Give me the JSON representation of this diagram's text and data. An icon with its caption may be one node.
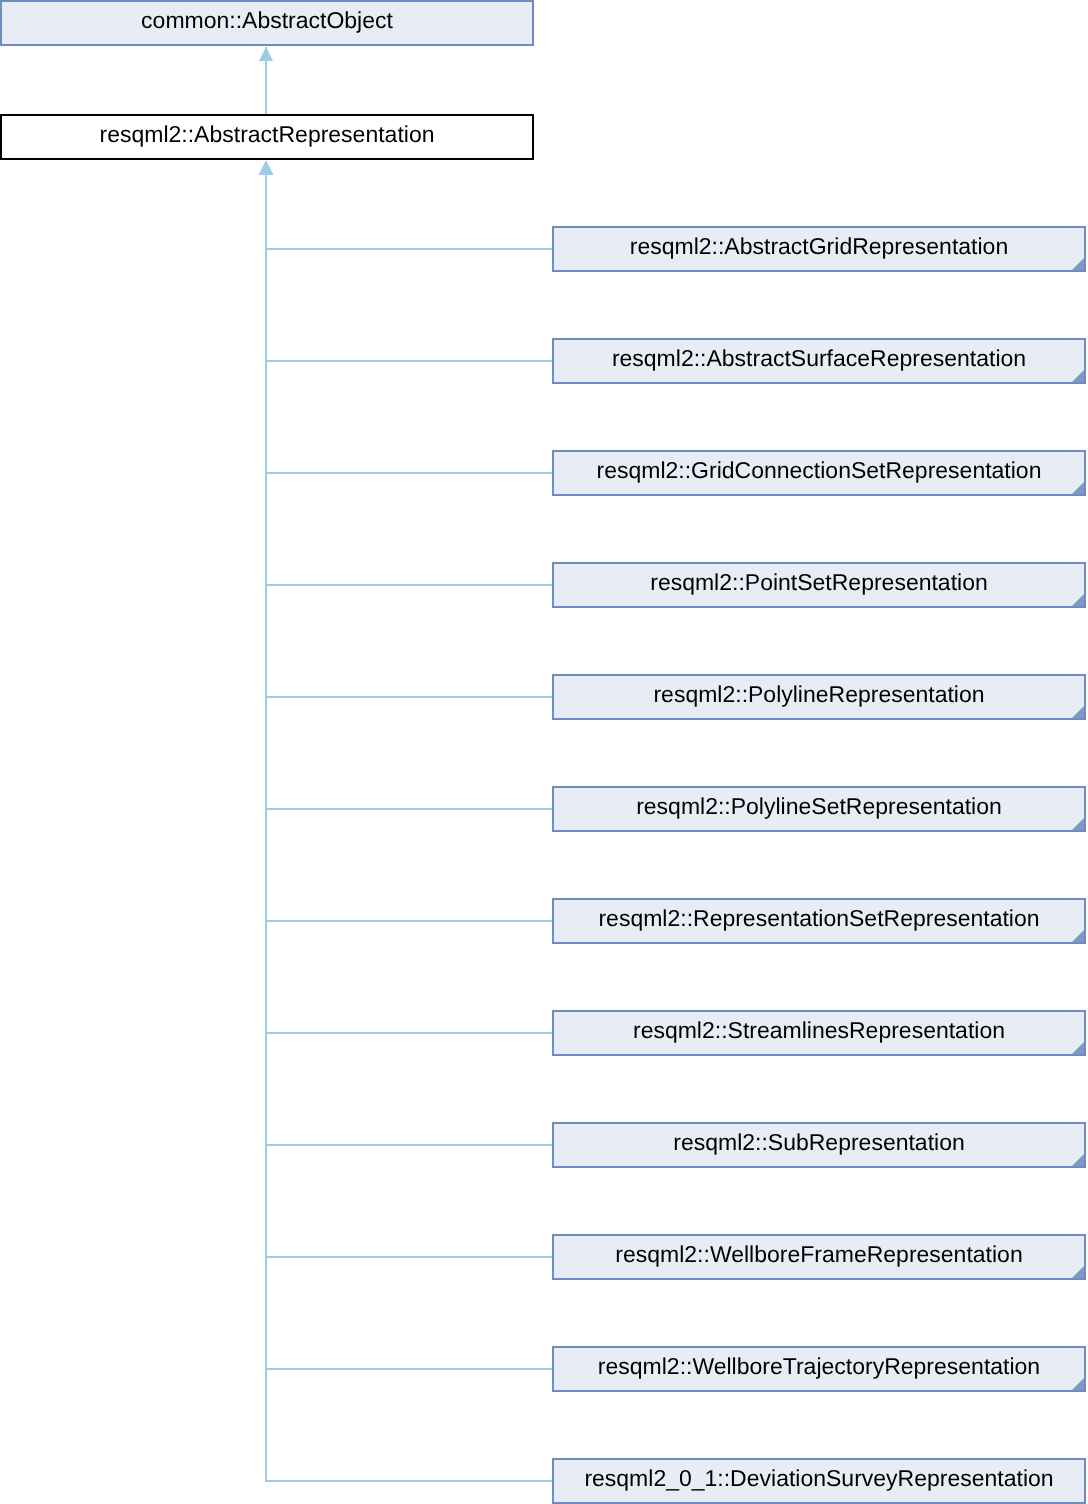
{
  "diagram": {
    "nodes": [
      {
        "text": [
          "common::AbstractObject"
        ]
      },
      {
        "text": [
          "resqml2::AbstractRepresentation"
        ]
      },
      {
        "text": [
          "resqml2::AbstractGridRepresentation"
        ]
      },
      {
        "text": [
          "resqml2::AbstractSurfaceRepresentation"
        ]
      },
      {
        "text": [
          "resqml2::GridConnectionSetRepresentation"
        ]
      },
      {
        "text": [
          "resqml2::PointSetRepresentation"
        ]
      },
      {
        "text": [
          "resqml2::PolylineRepresentation"
        ]
      },
      {
        "text": [
          "resqml2::PolylineSetRepresentation"
        ]
      },
      {
        "text": [
          "resqml2::RepresentationSetRepresentation"
        ]
      },
      {
        "text": [
          "resqml2::StreamlinesRepresentation"
        ]
      },
      {
        "text": [
          "resqml2::SubRepresentation"
        ]
      },
      {
        "text": [
          "resqml2::WellboreFrameRepresentation"
        ]
      },
      {
        "text": [
          "resqml2::WellboreTrajectoryRepresentation"
        ]
      },
      {
        "text": [
          "resqml2_0_1::DeviationSurveyRepresentation"
        ]
      }
    ],
    "edges": [
      {
        "from": 1,
        "to": 0,
        "arrow": "to"
      },
      {
        "from": 2,
        "to": 1,
        "arrow": "to"
      },
      {
        "from": 3,
        "to": 1,
        "arrow": "to"
      },
      {
        "from": 4,
        "to": 1,
        "arrow": "to"
      },
      {
        "from": 5,
        "to": 1,
        "arrow": "to"
      },
      {
        "from": 6,
        "to": 1,
        "arrow": "to"
      },
      {
        "from": 7,
        "to": 1,
        "arrow": "to"
      },
      {
        "from": 8,
        "to": 1,
        "arrow": "to"
      },
      {
        "from": 9,
        "to": 1,
        "arrow": "to"
      },
      {
        "from": 10,
        "to": 1,
        "arrow": "to"
      },
      {
        "from": 11,
        "to": 1,
        "arrow": "to"
      },
      {
        "from": 12,
        "to": 1,
        "arrow": "to"
      },
      {
        "from": 13,
        "to": 1,
        "arrow": "to"
      }
    ]
  }
}
